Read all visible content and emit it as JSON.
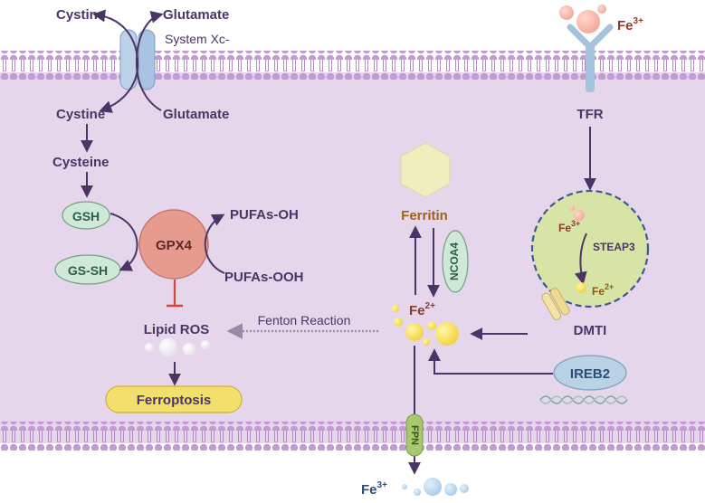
{
  "transporter": {
    "cystine_out": "Cystine",
    "glutamate_out": "Glutamate",
    "system_label": "System Xc-",
    "cystine_in": "Cystine",
    "glutamate_in": "Glutamate"
  },
  "gsh_pathway": {
    "cysteine": "Cysteine",
    "gsh": "GSH",
    "gpx4": "GPX4",
    "gs_sh": "GS-SH",
    "pufas_oh": "PUFAs-OH",
    "pufas_ooh": "PUFAs-OOH",
    "lipid_ros": "Lipid ROS",
    "ferroptosis": "Ferroptosis"
  },
  "iron": {
    "fe3_outside_base": "Fe",
    "fe3_outside_sup": "3+",
    "tfr": "TFR",
    "endosome_fe3_base": "Fe",
    "endosome_fe3_sup": "3+",
    "steap3": "STEAP3",
    "endosome_fe2_base": "Fe",
    "endosome_fe2_sup": "2+",
    "dmt1": "DMTI",
    "ferritin": "Ferritin",
    "ncoa4": "NCOA4",
    "fe2_base": "Fe",
    "fe2_sup": "2+",
    "fenton": "Fenton Reaction",
    "ireb2": "IREB2",
    "fpn": "FPN",
    "fe3_export_base": "Fe",
    "fe3_export_sup": "3+"
  },
  "colors": {
    "cytoplasm": "#e6d6ec",
    "lipid_head": "#c39ad2",
    "arrow": "#4b3566",
    "gsh_node": "#cfe8d7",
    "gpx4_node": "#e79a8e",
    "ferroptosis_box": "#f2e06b",
    "endosome": "#d8e3a6",
    "ireb2": "#b9d2e6",
    "fpn": "#a7c86d",
    "inhibit": "#d6453a"
  }
}
